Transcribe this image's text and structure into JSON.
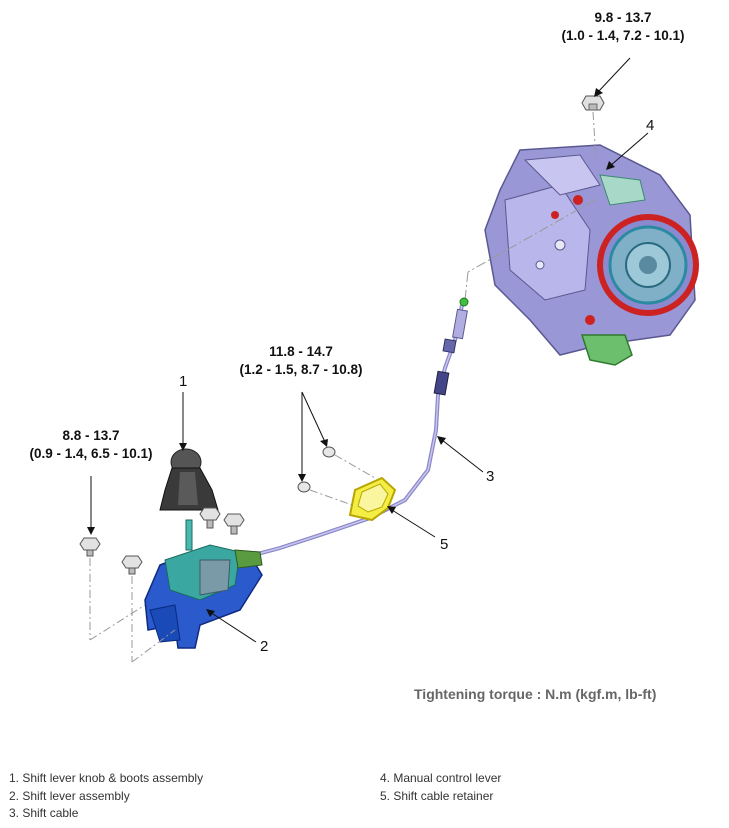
{
  "torques": {
    "transaxle": {
      "value": "9.8 - 13.7",
      "converted": "(1.0 - 1.4, 7.2 - 10.1)"
    },
    "retainer": {
      "value": "11.8 - 14.7",
      "converted": "(1.2 - 1.5, 8.7 - 10.8)"
    },
    "lever": {
      "value": "8.8 - 13.7",
      "converted": "(0.9 - 1.4, 6.5 - 10.1)"
    }
  },
  "callouts": [
    "1",
    "2",
    "3",
    "4",
    "5"
  ],
  "tightening_note": "Tightening torque : N.m (kgf.m, lb-ft)",
  "legend": {
    "left": [
      "1. Shift lever knob & boots assembly",
      "2. Shift lever assembly",
      "3. Shift cable"
    ],
    "right": [
      "4. Manual control lever",
      "5. Shift cable retainer"
    ]
  }
}
